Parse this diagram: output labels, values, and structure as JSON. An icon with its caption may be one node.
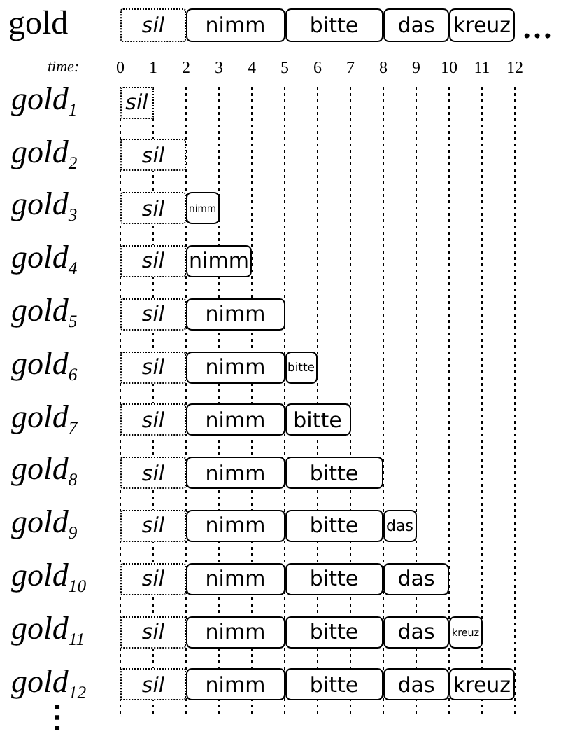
{
  "diagram": {
    "nodes": [
      {
        "text": [
          "sil"
        ]
      },
      {
        "text": [
          "nimm"
        ]
      },
      {
        "text": [
          "bitte"
        ]
      },
      {
        "text": [
          "das"
        ]
      },
      {
        "text": [
          "kreuz"
        ]
      },
      {
        "text": [
          "sil"
        ]
      },
      {
        "text": [
          "sil"
        ]
      },
      {
        "text": [
          "sil"
        ]
      },
      {
        "text": [
          "nimm"
        ]
      },
      {
        "text": [
          "sil"
        ]
      },
      {
        "text": [
          "nimm"
        ]
      },
      {
        "text": [
          "sil"
        ]
      },
      {
        "text": [
          "nimm"
        ]
      },
      {
        "text": [
          "sil"
        ]
      },
      {
        "text": [
          "nimm"
        ]
      },
      {
        "text": [
          "bitte"
        ]
      },
      {
        "text": [
          "sil"
        ]
      },
      {
        "text": [
          "nimm"
        ]
      },
      {
        "text": [
          "bitte"
        ]
      },
      {
        "text": [
          "sil"
        ]
      },
      {
        "text": [
          "nimm"
        ]
      },
      {
        "text": [
          "bitte"
        ]
      },
      {
        "text": [
          "sil"
        ]
      },
      {
        "text": [
          "nimm"
        ]
      },
      {
        "text": [
          "bitte"
        ]
      },
      {
        "text": [
          "das"
        ]
      },
      {
        "text": [
          "sil"
        ]
      },
      {
        "text": [
          "nimm"
        ]
      },
      {
        "text": [
          "bitte"
        ]
      },
      {
        "text": [
          "das"
        ]
      },
      {
        "text": [
          "sil"
        ]
      },
      {
        "text": [
          "nimm"
        ]
      },
      {
        "text": [
          "bitte"
        ]
      },
      {
        "text": [
          "das"
        ]
      },
      {
        "text": [
          "kreuz"
        ]
      },
      {
        "text": [
          "sil"
        ]
      },
      {
        "text": [
          "nimm"
        ]
      },
      {
        "text": [
          "bitte"
        ]
      },
      {
        "text": [
          "das"
        ]
      },
      {
        "text": [
          "kreuz"
        ]
      }
    ],
    "edges": [],
    "labels": [
      "gold",
      "…",
      "time:",
      "0",
      "1",
      "2",
      "3",
      "4",
      "5",
      "6",
      "7",
      "8",
      "9",
      "10",
      "11",
      "12",
      "gold$_{1}$",
      "gold$_{2}$",
      "gold$_{3}$",
      "gold$_{4}$",
      "gold$_{5}$",
      "gold$_{6}$",
      "gold$_{7}$",
      "gold$_{8}$",
      "gold$_{9}$",
      "gold$_{10}$",
      "gold$_{11}$",
      "gold$_{12}$",
      "⋮"
    ]
  }
}
